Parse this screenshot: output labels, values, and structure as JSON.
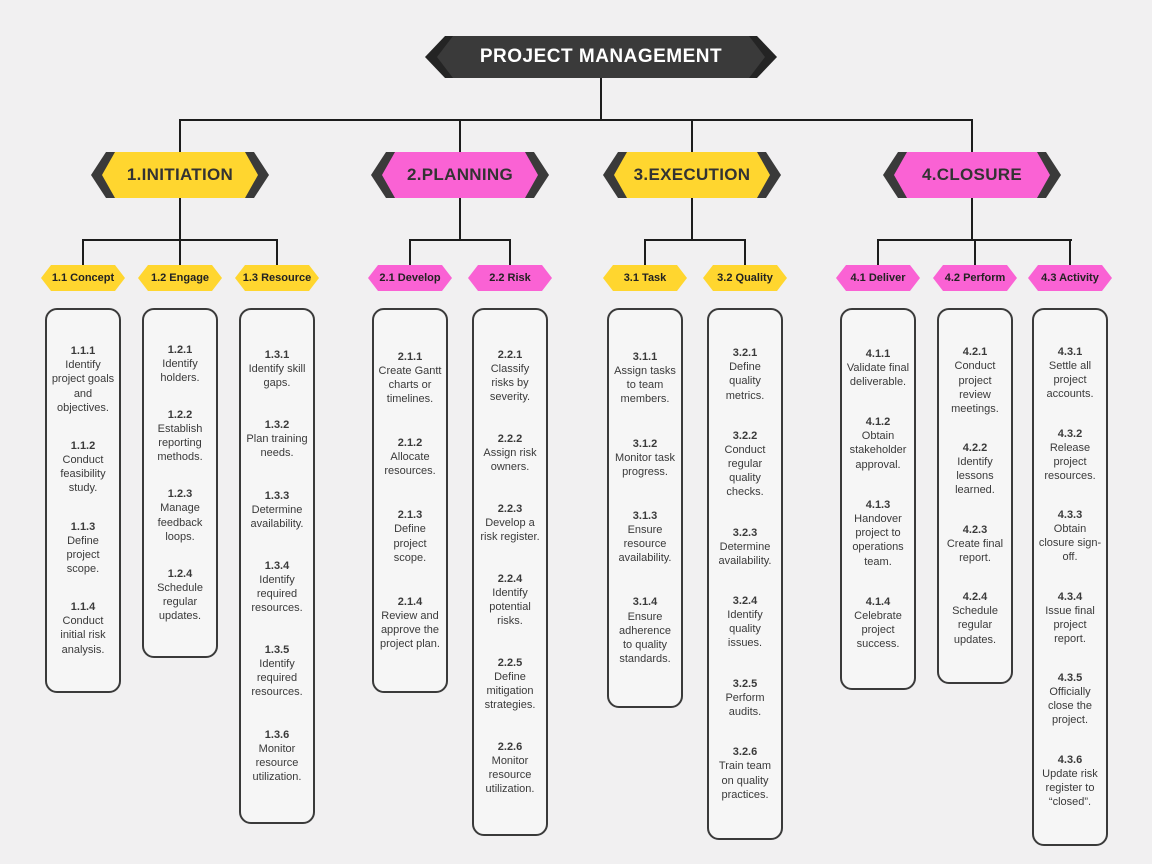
{
  "colors": {
    "background": "#f1f0f1",
    "dark": "#3a3a3a",
    "darker": "#242424",
    "yellow": "#ffd62f",
    "pink": "#fa62d4",
    "line": "#1c1c1c",
    "text": "#3a3a3a",
    "root_text": "#ffffff"
  },
  "root": {
    "label": "PROJECT MANAGEMENT"
  },
  "phases": [
    {
      "label": "1.INITIATION",
      "color": "#ffd62f",
      "children": [
        {
          "label": "1.1 Concept",
          "tasks": [
            {
              "num": "1.1.1",
              "text": "Identify project goals and objectives."
            },
            {
              "num": "1.1.2",
              "text": "Conduct feasibility study."
            },
            {
              "num": "1.1.3",
              "text": "Define project scope."
            },
            {
              "num": "1.1.4",
              "text": "Conduct initial risk analysis."
            }
          ]
        },
        {
          "label": "1.2 Engage",
          "tasks": [
            {
              "num": "1.2.1",
              "text": "Identify holders."
            },
            {
              "num": "1.2.2",
              "text": "Establish reporting methods."
            },
            {
              "num": "1.2.3",
              "text": "Manage feedback loops."
            },
            {
              "num": "1.2.4",
              "text": "Schedule regular updates."
            }
          ]
        },
        {
          "label": "1.3 Resource",
          "tasks": [
            {
              "num": "1.3.1",
              "text": "Identify skill gaps."
            },
            {
              "num": "1.3.2",
              "text": "Plan training needs."
            },
            {
              "num": "1.3.3",
              "text": "Determine availability."
            },
            {
              "num": "1.3.4",
              "text": "Identify required resources."
            },
            {
              "num": "1.3.5",
              "text": "Identify required resources."
            },
            {
              "num": "1.3.6",
              "text": "Monitor resource utilization."
            }
          ]
        }
      ]
    },
    {
      "label": "2.PLANNING",
      "color": "#fa62d4",
      "children": [
        {
          "label": "2.1 Develop",
          "tasks": [
            {
              "num": "2.1.1",
              "text": "Create Gantt charts or timelines."
            },
            {
              "num": "2.1.2",
              "text": "Allocate resources."
            },
            {
              "num": "2.1.3",
              "text": "Define project scope."
            },
            {
              "num": "2.1.4",
              "text": "Review and approve the project plan."
            }
          ]
        },
        {
          "label": "2.2 Risk",
          "tasks": [
            {
              "num": "2.2.1",
              "text": "Classify risks by severity."
            },
            {
              "num": "2.2.2",
              "text": "Assign risk owners."
            },
            {
              "num": "2.2.3",
              "text": "Develop a risk register."
            },
            {
              "num": "2.2.4",
              "text": "Identify potential risks."
            },
            {
              "num": "2.2.5",
              "text": "Define mitigation strategies."
            },
            {
              "num": "2.2.6",
              "text": "Monitor resource utilization."
            }
          ]
        }
      ]
    },
    {
      "label": "3.EXECUTION",
      "color": "#ffd62f",
      "children": [
        {
          "label": "3.1 Task",
          "tasks": [
            {
              "num": "3.1.1",
              "text": "Assign tasks to team members."
            },
            {
              "num": "3.1.2",
              "text": "Monitor task progress."
            },
            {
              "num": "3.1.3",
              "text": "Ensure resource availability."
            },
            {
              "num": "3.1.4",
              "text": "Ensure adherence to quality standards."
            }
          ]
        },
        {
          "label": "3.2 Quality",
          "tasks": [
            {
              "num": "3.2.1",
              "text": "Define quality metrics."
            },
            {
              "num": "3.2.2",
              "text": "Conduct regular quality checks."
            },
            {
              "num": "3.2.3",
              "text": "Determine availability."
            },
            {
              "num": "3.2.4",
              "text": "Identify quality issues."
            },
            {
              "num": "3.2.5",
              "text": "Perform audits."
            },
            {
              "num": "3.2.6",
              "text": "Train team on quality practices."
            }
          ]
        }
      ]
    },
    {
      "label": "4.CLOSURE",
      "color": "#fa62d4",
      "children": [
        {
          "label": "4.1 Deliver",
          "tasks": [
            {
              "num": "4.1.1",
              "text": "Validate final deliverable."
            },
            {
              "num": "4.1.2",
              "text": "Obtain stakeholder approval."
            },
            {
              "num": "4.1.3",
              "text": "Handover project to operations team."
            },
            {
              "num": "4.1.4",
              "text": "Celebrate project success."
            }
          ]
        },
        {
          "label": "4.2 Perform",
          "tasks": [
            {
              "num": "4.2.1",
              "text": "Conduct project review meetings."
            },
            {
              "num": "4.2.2",
              "text": "Identify lessons learned."
            },
            {
              "num": "4.2.3",
              "text": "Create final report."
            },
            {
              "num": "4.2.4",
              "text": "Schedule regular updates."
            }
          ]
        },
        {
          "label": "4.3 Activity",
          "tasks": [
            {
              "num": "4.3.1",
              "text": "Settle all project accounts."
            },
            {
              "num": "4.3.2",
              "text": "Release project resources."
            },
            {
              "num": "4.3.3",
              "text": "Obtain closure sign-off."
            },
            {
              "num": "4.3.4",
              "text": "Issue final project report."
            },
            {
              "num": "4.3.5",
              "text": "Officially close the project."
            },
            {
              "num": "4.3.6",
              "text": "Update risk register to “closed”."
            }
          ]
        }
      ]
    }
  ]
}
